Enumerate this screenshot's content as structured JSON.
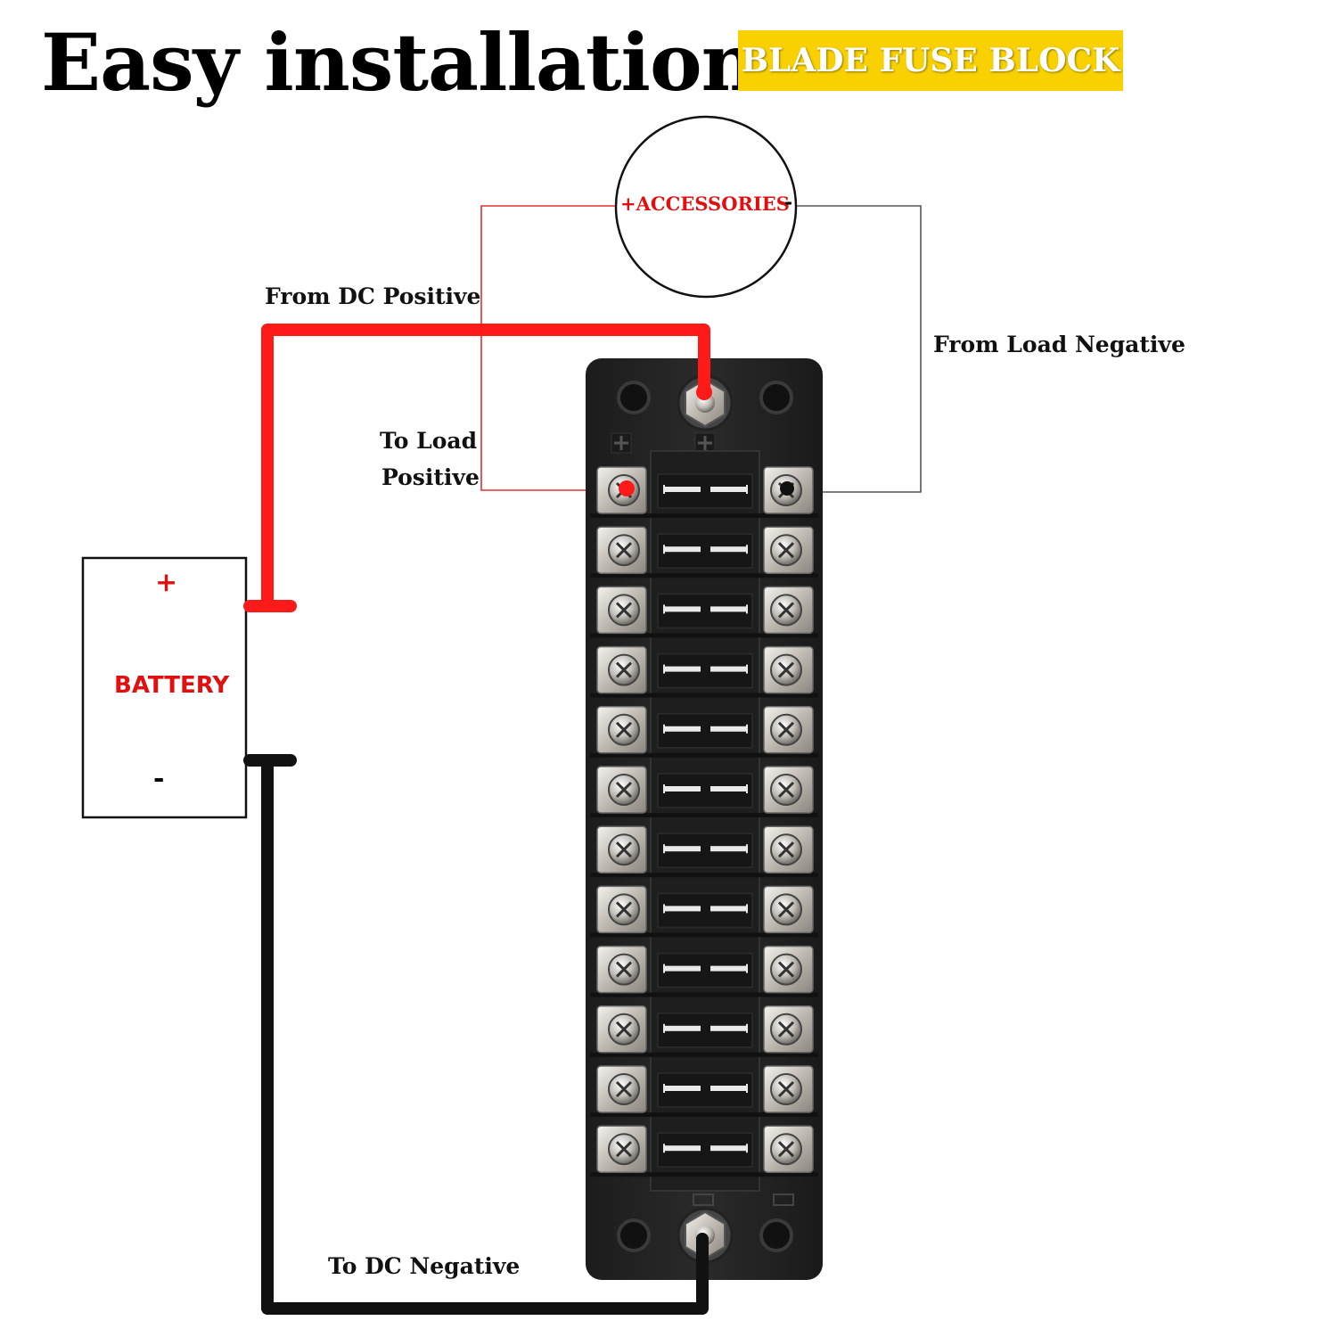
{
  "title": "Easy installation",
  "badge": "BLADE FUSE BLOCK",
  "accessories": {
    "label": "+ACCESSORIES",
    "minus": "-"
  },
  "battery": {
    "plus": "+",
    "label": "BATTERY",
    "minus": "-"
  },
  "labels": {
    "from_dc_positive": "From DC Positive",
    "from_load_negative": "From Load Negative",
    "to_load_positive_line1": "To Load",
    "to_load_positive_line2": "Positive",
    "to_dc_negative": "To DC Negative"
  },
  "fuse_block": {
    "circuits": 12
  },
  "colors": {
    "badge": "#f9d100",
    "positive_wire": "#ff1a1a",
    "negative_wire": "#000000",
    "text_red": "#e01010"
  }
}
